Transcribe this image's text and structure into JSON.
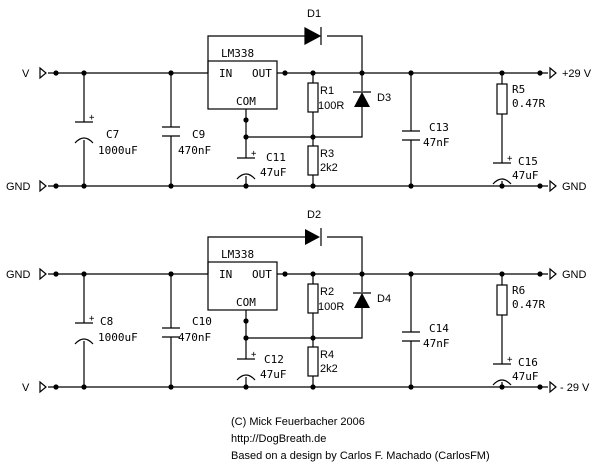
{
  "regulators": [
    {
      "ic": {
        "name": "LM338",
        "in": "IN",
        "out": "OUT",
        "com": "COM"
      },
      "diode_top": "D1",
      "diode_side": "D3",
      "r1": {
        "name": "R1",
        "value": "100R"
      },
      "r2": {
        "name": "R3",
        "value": "2k2"
      },
      "r_out": {
        "name": "R5",
        "value": "0.47R"
      },
      "c_in1": {
        "name": "C7",
        "value": "1000uF"
      },
      "c_in2": {
        "name": "C9",
        "value": "470nF"
      },
      "c_adj": {
        "name": "C11",
        "value": "47uF"
      },
      "c_out1": {
        "name": "C13",
        "value": "47nF"
      },
      "c_out2": {
        "name": "C15",
        "value": "47uF"
      },
      "in_top": "V",
      "in_bottom": "GND",
      "out_top": "+29 V",
      "out_bottom": "GND"
    },
    {
      "ic": {
        "name": "LM338",
        "in": "IN",
        "out": "OUT",
        "com": "COM"
      },
      "diode_top": "D2",
      "diode_side": "D4",
      "r1": {
        "name": "R2",
        "value": "100R"
      },
      "r2": {
        "name": "R4",
        "value": "2k2"
      },
      "r_out": {
        "name": "R6",
        "value": "0.47R"
      },
      "c_in1": {
        "name": "C8",
        "value": "1000uF"
      },
      "c_in2": {
        "name": "C10",
        "value": "470nF"
      },
      "c_adj": {
        "name": "C12",
        "value": "47uF"
      },
      "c_out1": {
        "name": "C14",
        "value": "47nF"
      },
      "c_out2": {
        "name": "C16",
        "value": "47uF"
      },
      "in_top": "GND",
      "in_bottom": "V",
      "out_top": "GND",
      "out_bottom": "- 29 V"
    }
  ],
  "credits": {
    "line1": "(C) Mick Feuerbacher 2006",
    "line2": "http://DogBreath.de",
    "line3": "Based on a design by Carlos F. Machado (CarlosFM)"
  }
}
